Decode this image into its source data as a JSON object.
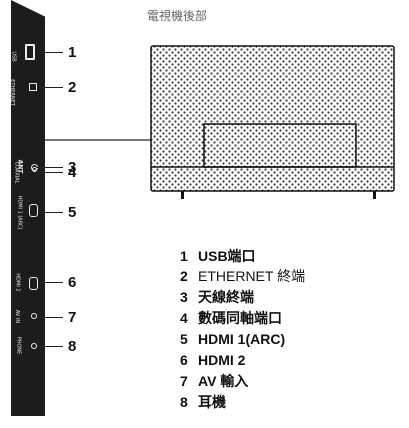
{
  "back_view_title": "電視機後部",
  "side_panel": {
    "ports": [
      {
        "num": "1",
        "label": "USB"
      },
      {
        "num": "2",
        "label": "ETHERNET"
      },
      {
        "num": "3",
        "label": "ANT"
      },
      {
        "num": "4",
        "label": "COAXIAL"
      },
      {
        "num": "5",
        "label": "HDMI 1 (ARC)"
      },
      {
        "num": "6",
        "label": "HDMI 2"
      },
      {
        "num": "7",
        "label": "AV IN"
      },
      {
        "num": "8",
        "label": "PHONE"
      }
    ]
  },
  "legend": [
    {
      "num": "1",
      "label": "USB端口"
    },
    {
      "num": "2",
      "label": "ETHERNET 終端"
    },
    {
      "num": "3",
      "label": "天線終端"
    },
    {
      "num": "4",
      "label": "數碼同軸端口"
    },
    {
      "num": "5",
      "label": "HDMI 1(ARC)"
    },
    {
      "num": "6",
      "label": "HDMI 2"
    },
    {
      "num": "7",
      "label": "AV 輸入"
    },
    {
      "num": "8",
      "label": "耳機"
    }
  ]
}
